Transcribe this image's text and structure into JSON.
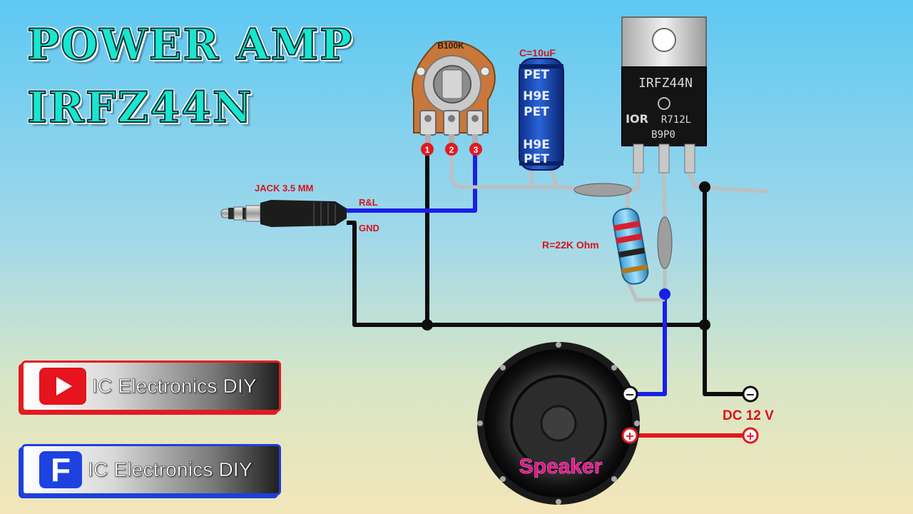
{
  "title": {
    "line1": "POWER AMP",
    "line2": "IRFZ44N"
  },
  "potentiometer": {
    "label": "B100K",
    "pins": [
      "1",
      "2",
      "3"
    ]
  },
  "capacitor": {
    "label": "C=10uF",
    "body_text": [
      "PET",
      "H9E",
      "PET",
      "H9E",
      "PET"
    ]
  },
  "transistor": {
    "part": "IRFZ44N",
    "logo": "IOR",
    "code1": "R712L",
    "code2": "B9P0"
  },
  "jack": {
    "label": "JACK 3.5 MM",
    "signal": "R&L",
    "ground": "GND"
  },
  "resistor": {
    "label": "R=22K Ohm"
  },
  "speaker": {
    "label": "Speaker",
    "minus": "−",
    "plus": "+"
  },
  "power": {
    "label": "DC 12 V",
    "minus": "−",
    "plus": "+"
  },
  "channels": {
    "youtube": {
      "name": "IC Electronics DIY",
      "icon": "youtube-play-icon"
    },
    "facebook": {
      "name": "IC Electronics DIY",
      "icon": "facebook-f-icon",
      "letter": "F"
    }
  },
  "colors": {
    "wire_black": "#0d0d0d",
    "wire_blue": "#1a1fe6",
    "wire_red": "#e3171d",
    "label_red": "#d8121b",
    "speaker_label": "#e0148c",
    "title": "#19e6cf"
  }
}
